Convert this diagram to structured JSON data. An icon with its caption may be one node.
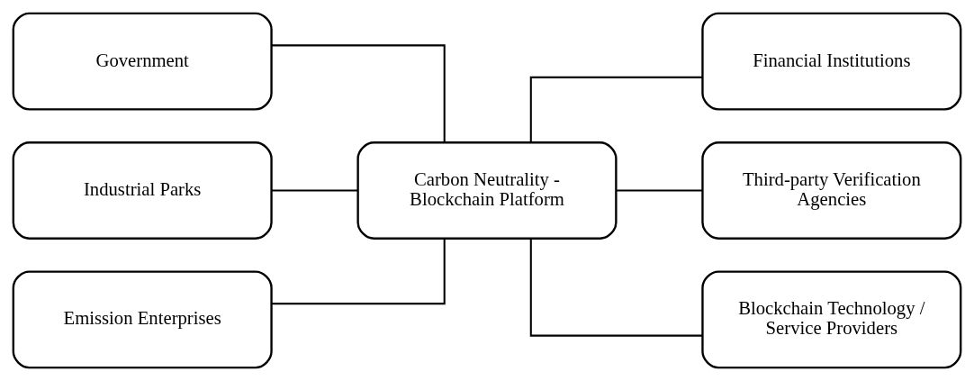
{
  "diagram": {
    "nodes": [
      {
        "text": [
          "Government"
        ]
      },
      {
        "text": [
          "Industrial Parks"
        ]
      },
      {
        "text": [
          "Emission Enterprises"
        ]
      },
      {
        "text": [
          "Carbon Neutrality - Blockchain Platform"
        ]
      },
      {
        "text": [
          "Financial Institutions"
        ]
      },
      {
        "text": [
          "Third-party Verification Agencies"
        ]
      },
      {
        "text": [
          "Blockchain Technology / Service Providers"
        ]
      }
    ],
    "edges": [
      {
        "from": 0,
        "to": 3,
        "arrow": "none"
      },
      {
        "from": 1,
        "to": 3,
        "arrow": "none"
      },
      {
        "from": 2,
        "to": 3,
        "arrow": "none"
      },
      {
        "from": 3,
        "to": 4,
        "arrow": "none"
      },
      {
        "from": 3,
        "to": 5,
        "arrow": "none"
      },
      {
        "from": 3,
        "to": 6,
        "arrow": "none"
      }
    ]
  }
}
